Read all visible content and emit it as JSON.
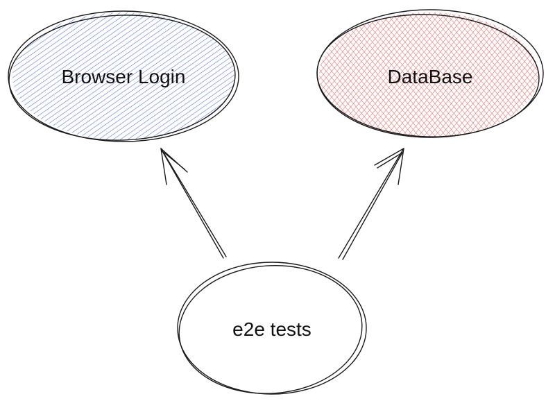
{
  "nodes": {
    "browser_login": {
      "label": "Browser Login",
      "fill": "#4a6ad8"
    },
    "database": {
      "label": "DataBase",
      "fill": "#f05a5a"
    },
    "e2e_tests": {
      "label": "e2e tests",
      "fill": "#ffffff"
    }
  },
  "edges": [
    {
      "from": "e2e tests",
      "to": "Browser Login"
    },
    {
      "from": "e2e tests",
      "to": "DataBase"
    }
  ],
  "colors": {
    "stroke": "#1a1a1a",
    "background": "#ffffff"
  }
}
